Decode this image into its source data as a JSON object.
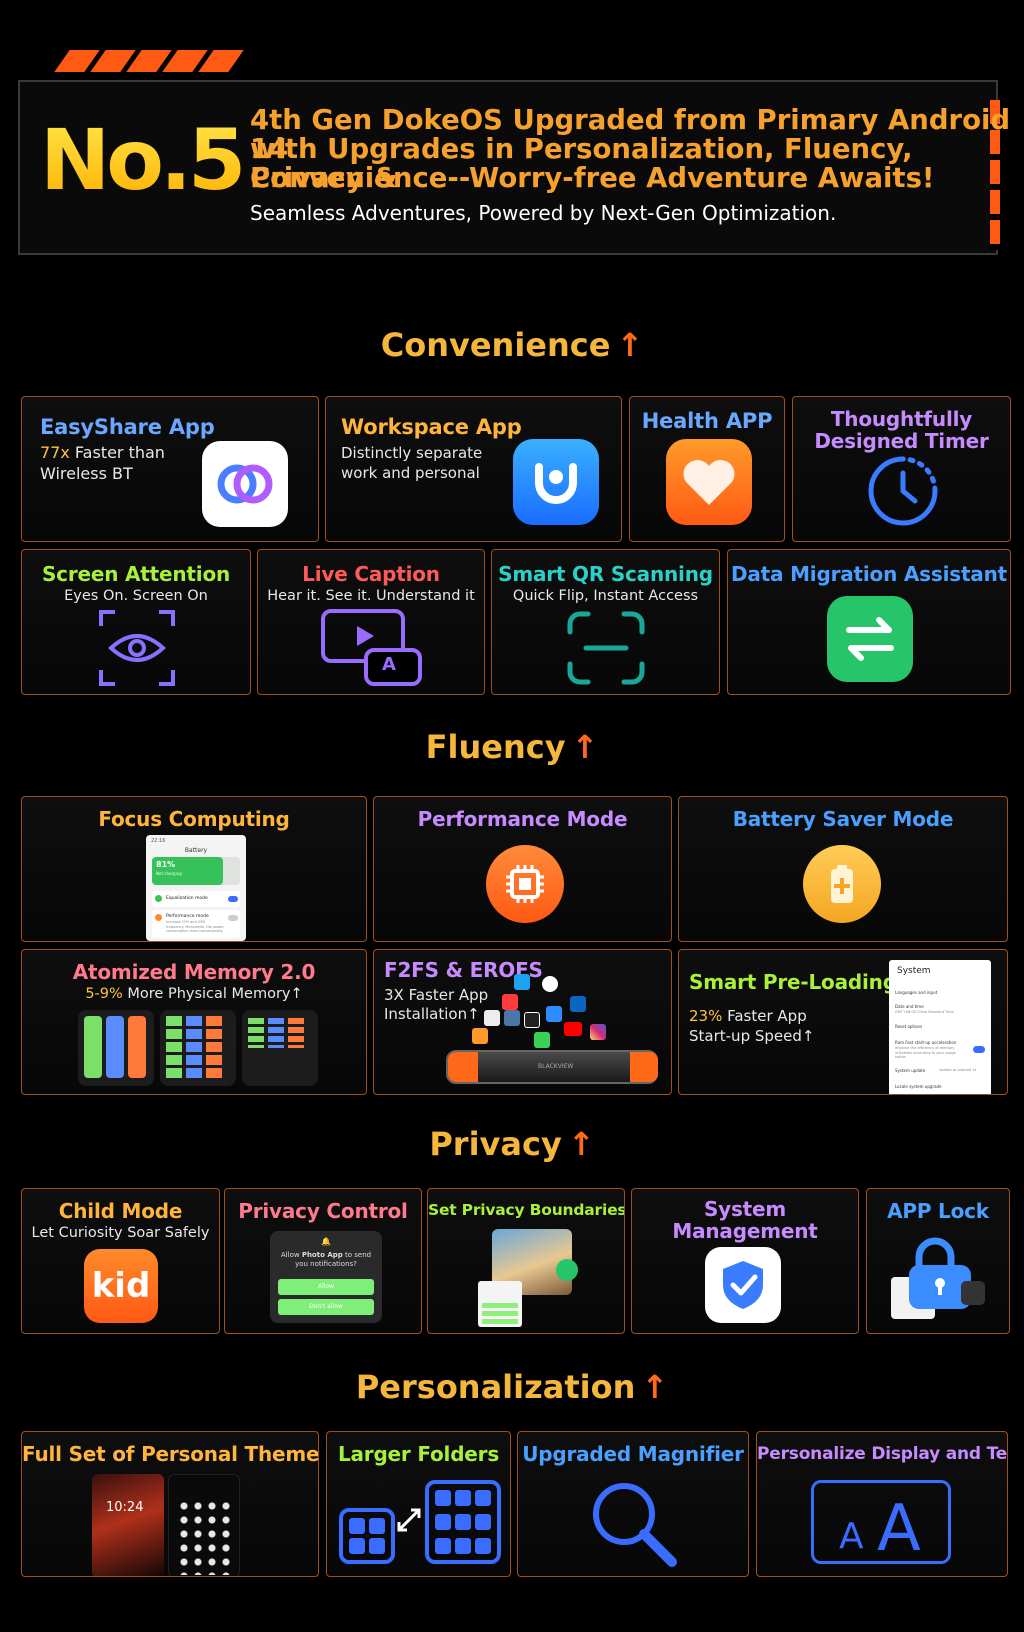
{
  "hero": {
    "number": "No.5",
    "title_line1": "4th Gen DokeOS Upgraded from Primary Android 14",
    "title_line2": "with Upgrades in Personalization, Fluency, Privacy &",
    "title_line3": "Convenience--Worry-free Adventure Awaits!",
    "subtitle": "Seamless Adventures, Powered by Next-Gen Optimization."
  },
  "sections": {
    "convenience": "Convenience",
    "fluency": "Fluency",
    "privacy": "Privacy",
    "personalization": "Personalization",
    "arrow": "↑"
  },
  "convenience": {
    "easyshare": {
      "title": "EasyShare App",
      "highlight": "77x",
      "line1": " Faster than",
      "line2": "Wireless BT"
    },
    "workspace": {
      "title": "Workspace App",
      "line1": "Distinctly separate",
      "line2": "work and personal"
    },
    "health": {
      "title": "Health APP"
    },
    "timer": {
      "title_line1": "Thoughtfully",
      "title_line2": "Designed Timer"
    },
    "screen_attention": {
      "title": "Screen Attention",
      "sub": "Eyes On. Screen On"
    },
    "live_caption": {
      "title": "Live Caption",
      "sub": "Hear it. See it. Understand it",
      "letter": "A"
    },
    "smart_qr": {
      "title": "Smart QR Scanning",
      "sub": "Quick Flip, Instant Access"
    },
    "data_migration": {
      "title": "Data Migration Assistant"
    }
  },
  "fluency": {
    "focus": {
      "title": "Focus Computing",
      "phone_header": "Battery",
      "phone_time": "22:16",
      "battery_pct": "81%",
      "battery_sub": "Not charging",
      "row1": "Equalization mode",
      "row2": "Performance mode",
      "row2_sub": "Increase CPU and GPU frequency. Meanwhile, the power consumption rises consequently."
    },
    "performance": {
      "title": "Performance Mode"
    },
    "battery_saver": {
      "title": "Battery Saver Mode"
    },
    "atomized": {
      "title": "Atomized Memory 2.0",
      "highlight": "5-9%",
      "sub": " More Physical Memory↑"
    },
    "f2fs": {
      "title": "F2FS & EROFS",
      "line1": "3X Faster App",
      "line2": "Installation↑",
      "device_label": "BLACKVIEW"
    },
    "preloading": {
      "title": "Smart Pre-Loading",
      "highlight": "23%",
      "line1": " Faster App",
      "line2": "Start-up Speed↑",
      "panel_title": "System",
      "panel_items": [
        "Languages and input",
        "Date and time",
        "GMT+08:00 China Standard Time",
        "Reset options",
        "Ram Fast start-up acceleration",
        "Improve the efficiency of memory utilization according to your usage habits",
        "System update",
        "Update to Android 14",
        "Locale system upgrade"
      ]
    }
  },
  "privacy": {
    "child": {
      "title": "Child Mode",
      "sub": "Let Curiosity Soar Safely",
      "logo": "kid"
    },
    "control": {
      "title": "Privacy Control",
      "dialog_pre": "Allow ",
      "dialog_app": "Photo App",
      "dialog_post": " to send you notifications?",
      "allow": "Allow",
      "deny": "Don't allow"
    },
    "boundaries": {
      "title": "Set Privacy Boundaries"
    },
    "system": {
      "title_line1": "System",
      "title_line2": "Management"
    },
    "applock": {
      "title": "APP Lock"
    }
  },
  "personalization": {
    "theme": {
      "title": "Full Set of Personal Theme",
      "clock": "10:24"
    },
    "folders": {
      "title": "Larger Folders"
    },
    "magnifier": {
      "title": "Upgraded Magnifier"
    },
    "display": {
      "title": "Personalize Display and Text",
      "small": "A",
      "big": "A"
    }
  },
  "colors": {
    "orange": "#f6a12e",
    "accent": "#ff5a14",
    "blue": "#4a86ff",
    "purple": "#9a6bff",
    "green": "#27d17a",
    "border": "#a0501c"
  }
}
